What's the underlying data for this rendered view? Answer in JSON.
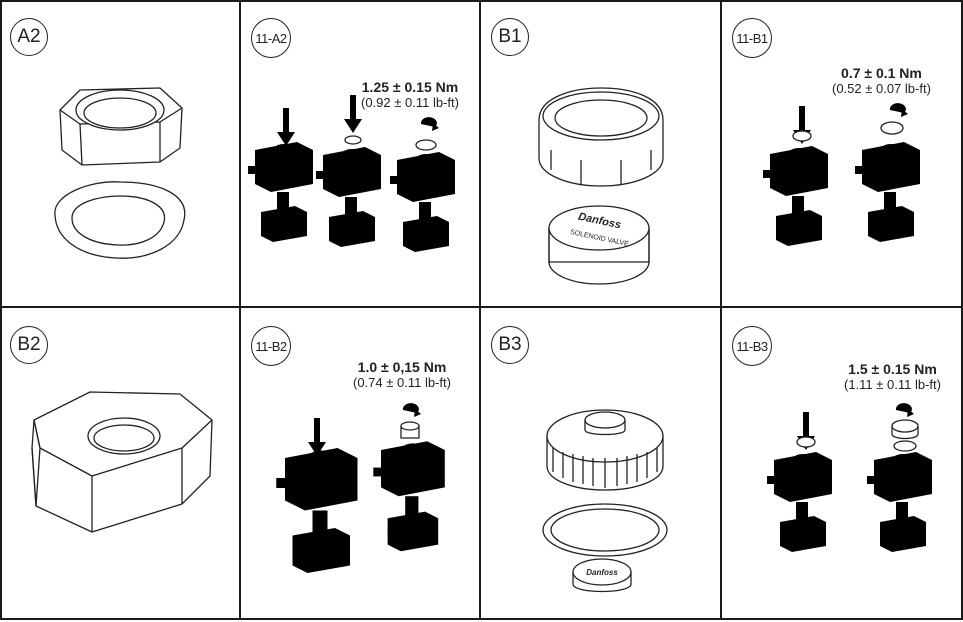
{
  "panels": [
    {
      "id": "A2",
      "label": "A2"
    },
    {
      "id": "11-A2",
      "label": "11-A2",
      "torque_nm": "1.25 ± 0.15 Nm",
      "torque_lbft": "(0.92 ± 0.11 lb-ft)"
    },
    {
      "id": "B1",
      "label": "B1"
    },
    {
      "id": "11-B1",
      "label": "11-B1",
      "torque_nm": "0.7 ± 0.1 Nm",
      "torque_lbft": "(0.52 ± 0.07 lb-ft)"
    },
    {
      "id": "B2",
      "label": "B2"
    },
    {
      "id": "11-B2",
      "label": "11-B2",
      "torque_nm": "1.0 ± 0,15 Nm",
      "torque_lbft": "(0.74 ± 0.11 lb-ft)"
    },
    {
      "id": "B3",
      "label": "B3"
    },
    {
      "id": "11-B3",
      "label": "11-B3",
      "torque_nm": "1.5 ± 0.15 Nm",
      "torque_lbft": "(1.11 ± 0.11 lb-ft)"
    }
  ],
  "colors": {
    "line": "#222222",
    "border": "#1a1a1a",
    "background": "#ffffff"
  },
  "icons": [
    "push-down-arrow-icon",
    "rotate-clockwise-icon",
    "solenoid-valve-icon",
    "lock-nut-icon",
    "gasket-icon",
    "coil-cap-icon"
  ]
}
